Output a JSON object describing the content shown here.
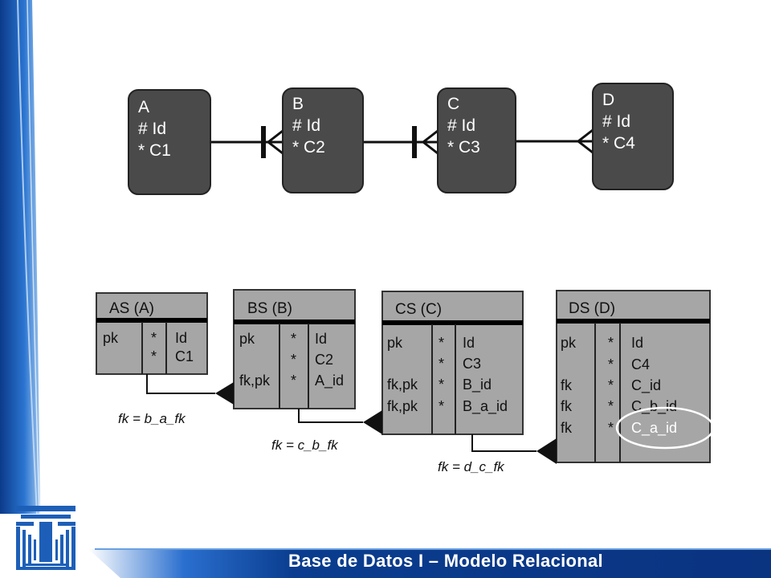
{
  "footer": {
    "title": "Base de Datos I – Modelo Relacional"
  },
  "er_entities": [
    {
      "name": "A",
      "lines": [
        "# Id",
        "* C1"
      ]
    },
    {
      "name": "B",
      "lines": [
        "# Id",
        "* C2"
      ]
    },
    {
      "name": "C",
      "lines": [
        "# Id",
        "* C3"
      ]
    },
    {
      "name": "D",
      "lines": [
        "# Id",
        "* C4"
      ]
    }
  ],
  "tables": [
    {
      "title": "AS (A)",
      "keys": [
        "pk",
        ""
      ],
      "req": [
        "*",
        "*"
      ],
      "cols": [
        "Id",
        "C1"
      ]
    },
    {
      "title": "BS (B)",
      "keys": [
        "pk",
        "",
        "fk,pk"
      ],
      "req": [
        "*",
        "*",
        "*"
      ],
      "cols": [
        "Id",
        "C2",
        "A_id"
      ]
    },
    {
      "title": "CS (C)",
      "keys": [
        "pk",
        "",
        "fk,pk",
        "fk,pk"
      ],
      "req": [
        "*",
        "*",
        "*",
        "*"
      ],
      "cols": [
        "Id",
        "C3",
        "B_id",
        "B_a_id"
      ]
    },
    {
      "title": "DS (D)",
      "keys": [
        "pk",
        "",
        "fk",
        "fk",
        "fk"
      ],
      "req": [
        "*",
        "*",
        "*",
        "*",
        "*"
      ],
      "cols": [
        "Id",
        "C4",
        "C_id",
        "C_b_id",
        "C_a_id"
      ]
    }
  ],
  "fk_labels": [
    "fk = b_a_fk",
    "fk = c_b_fk",
    "fk = d_c_fk"
  ],
  "colors": {
    "entity_fill": "#4a4a4a",
    "table_fill": "#a6a6a6",
    "footer_blue": "#0a3d8f",
    "accent_blue": "#1560c0"
  }
}
